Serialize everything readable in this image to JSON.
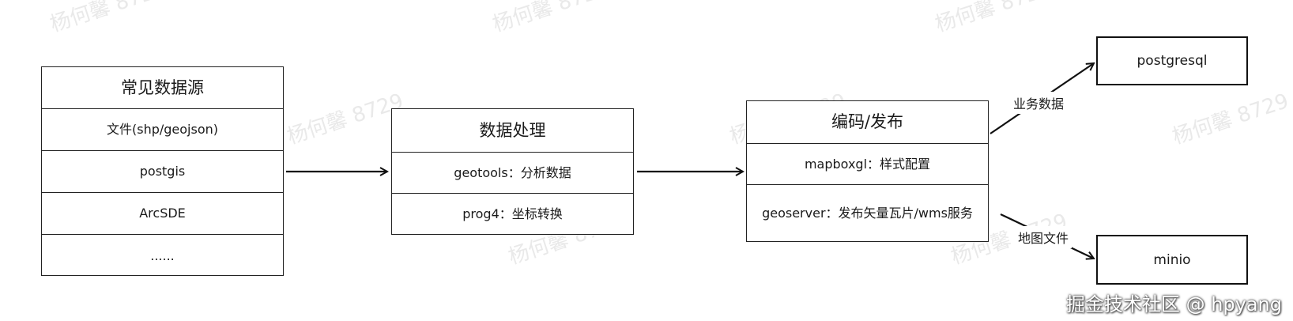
{
  "watermark": "杨何馨 8729",
  "sources": {
    "header": "常见数据源",
    "rows": [
      "文件(shp/geojson)",
      "postgis",
      "ArcSDE",
      "......"
    ]
  },
  "processing": {
    "header": "数据处理",
    "rows": [
      "geotools：分析数据",
      "prog4：坐标转换"
    ]
  },
  "publish": {
    "header": "编码/发布",
    "rows": [
      "mapboxgl：样式配置",
      "geoserver：发布矢量瓦片/wms服务"
    ]
  },
  "targets": {
    "postgresql": "postgresql",
    "minio": "minio"
  },
  "edge_labels": {
    "business_data": "业务数据",
    "map_files": "地图文件"
  },
  "footer": "掘金技术社区 @ hpyang"
}
